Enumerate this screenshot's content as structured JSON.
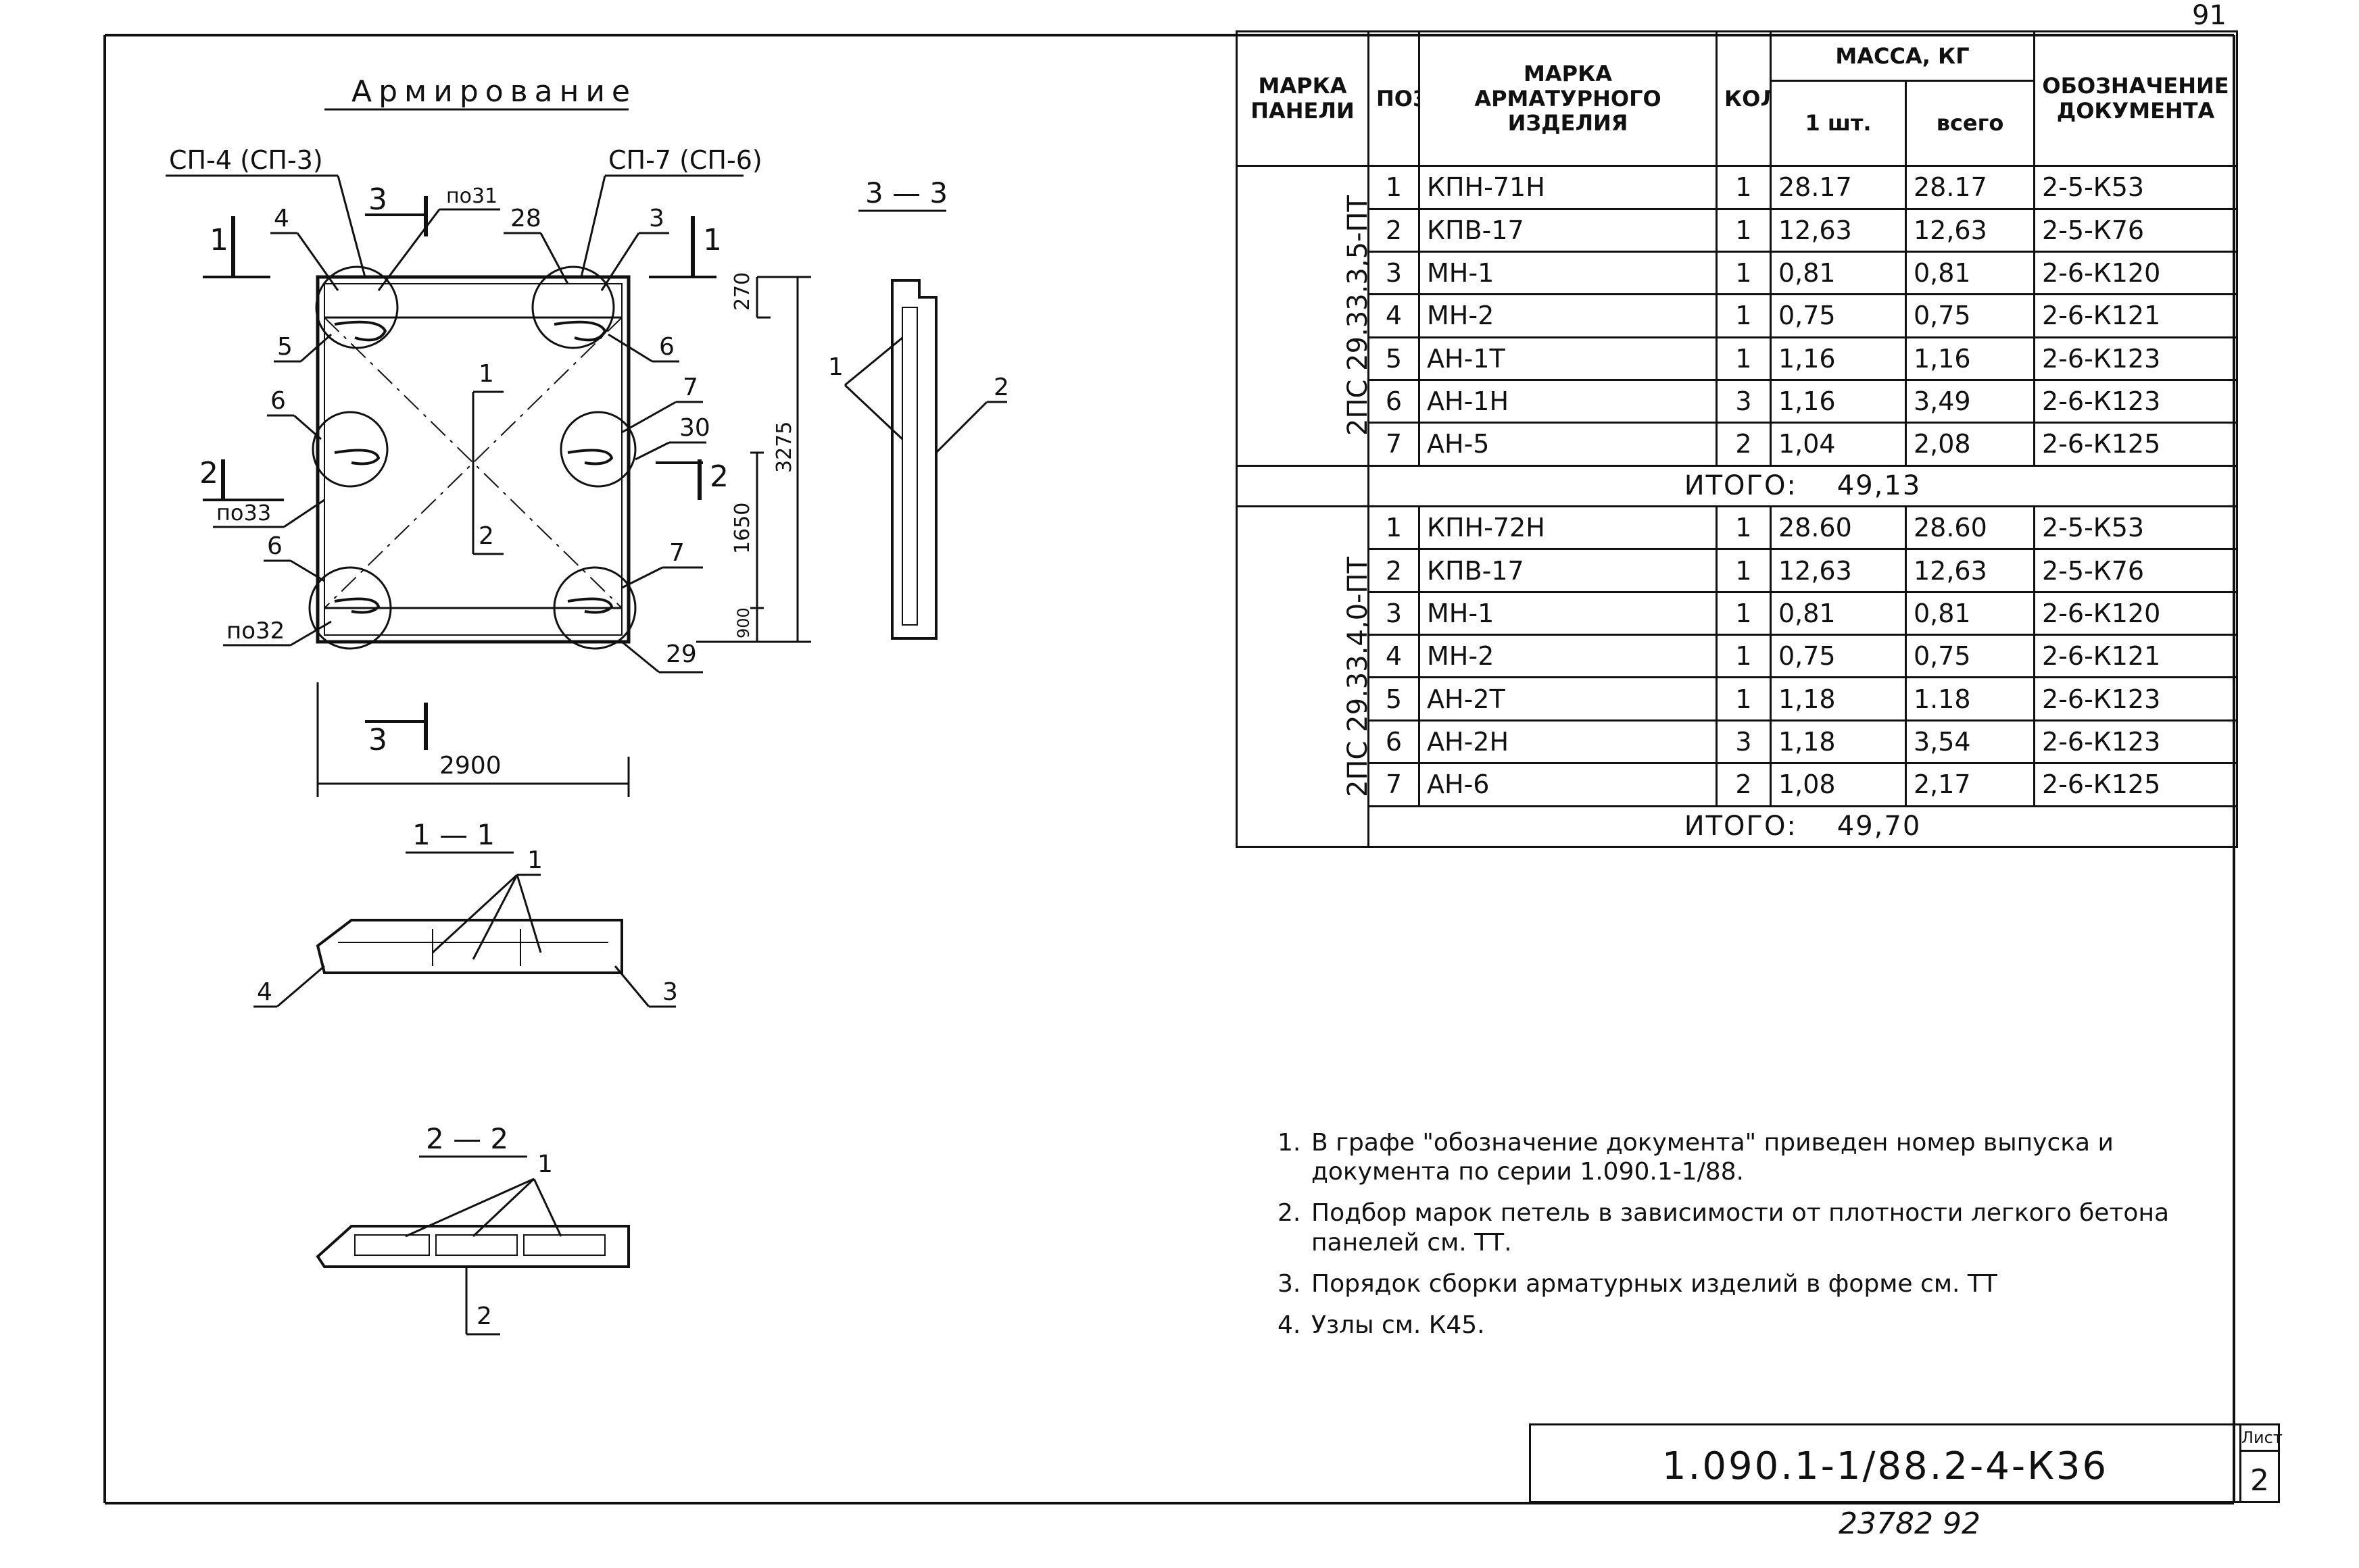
{
  "page_corner_number": "91",
  "reinforcement": {
    "title": "Армирование",
    "top_left_product": "СП-4 (СП-3)",
    "top_right_product": "СП-7 (СП-6)",
    "pos_labels": [
      "4",
      "по31",
      "28",
      "3",
      "5",
      "6",
      "7",
      "30",
      "6",
      "7",
      "по33",
      "по32",
      "29",
      "1",
      "2",
      "6"
    ],
    "dim_270": "270",
    "dim_3275": "3275",
    "dim_1650": "1650",
    "dim_900": "900",
    "dim_2900": "2900",
    "section_marks": [
      "1",
      "1",
      "2",
      "2",
      "3",
      "3"
    ]
  },
  "section_3_3": {
    "title": "3 — 3",
    "labels": [
      "1",
      "2"
    ]
  },
  "section_1_1": {
    "title": "1 — 1",
    "labels": [
      "1",
      "4",
      "3"
    ]
  },
  "section_2_2": {
    "title": "2 — 2",
    "labels": [
      "1",
      "2"
    ]
  },
  "table": {
    "headers": {
      "panel_mark": "МАРКА ПАНЕЛИ",
      "pos": "ПОЗ",
      "item_mark": "МАРКА АРМАТУРНОГО ИЗДЕЛИЯ",
      "qty": "КОЛ.",
      "mass": "МАССА, КГ",
      "mass_one": "1 шт.",
      "mass_total": "всего",
      "doc": "ОБОЗНАЧЕНИЕ ДОКУМЕНТА"
    },
    "groups": [
      {
        "panel": "2ПС 29.33.3,5-ПТ",
        "rows": [
          {
            "pos": "1",
            "mark": "КПН-71Н",
            "qty": "1",
            "one": "28.17",
            "all": "28.17",
            "doc": "2-5-К53"
          },
          {
            "pos": "2",
            "mark": "КПВ-17",
            "qty": "1",
            "one": "12,63",
            "all": "12,63",
            "doc": "2-5-К76"
          },
          {
            "pos": "3",
            "mark": "МН-1",
            "qty": "1",
            "one": "0,81",
            "all": "0,81",
            "doc": "2-6-К120"
          },
          {
            "pos": "4",
            "mark": "МН-2",
            "qty": "1",
            "one": "0,75",
            "all": "0,75",
            "doc": "2-6-К121"
          },
          {
            "pos": "5",
            "mark": "АН-1Т",
            "qty": "1",
            "one": "1,16",
            "all": "1,16",
            "doc": "2-6-К123"
          },
          {
            "pos": "6",
            "mark": "АН-1Н",
            "qty": "3",
            "one": "1,16",
            "all": "3,49",
            "doc": "2-6-К123"
          },
          {
            "pos": "7",
            "mark": "АН-5",
            "qty": "2",
            "one": "1,04",
            "all": "2,08",
            "doc": "2-6-К125"
          }
        ],
        "total_label": "ИТОГО:",
        "total_value": "49,13"
      },
      {
        "panel": "2ПС 29.33.4,0-ПТ",
        "rows": [
          {
            "pos": "1",
            "mark": "КПН-72Н",
            "qty": "1",
            "one": "28.60",
            "all": "28.60",
            "doc": "2-5-К53"
          },
          {
            "pos": "2",
            "mark": "КПВ-17",
            "qty": "1",
            "one": "12,63",
            "all": "12,63",
            "doc": "2-5-К76"
          },
          {
            "pos": "3",
            "mark": "МН-1",
            "qty": "1",
            "one": "0,81",
            "all": "0,81",
            "doc": "2-6-К120"
          },
          {
            "pos": "4",
            "mark": "МН-2",
            "qty": "1",
            "one": "0,75",
            "all": "0,75",
            "doc": "2-6-К121"
          },
          {
            "pos": "5",
            "mark": "АН-2Т",
            "qty": "1",
            "one": "1,18",
            "all": "1.18",
            "doc": "2-6-К123"
          },
          {
            "pos": "6",
            "mark": "АН-2Н",
            "qty": "3",
            "one": "1,18",
            "all": "3,54",
            "doc": "2-6-К123"
          },
          {
            "pos": "7",
            "mark": "АН-6",
            "qty": "2",
            "one": "1,08",
            "all": "2,17",
            "doc": "2-6-К125"
          }
        ],
        "total_label": "ИТОГО:",
        "total_value": "49,70"
      }
    ]
  },
  "notes": [
    {
      "num": "1.",
      "text": "В графе \"обозначение документа\" приведен номер выпуска и документа по серии 1.090.1-1/88."
    },
    {
      "num": "2.",
      "text": "Подбор марок петель в зависимости от плотности легкого бетона панелей см. ТТ."
    },
    {
      "num": "3.",
      "text": "Порядок сборки арматурных изделий в форме см. ТТ"
    },
    {
      "num": "4.",
      "text": "Узлы см. К45."
    }
  ],
  "stamp": {
    "code": "1.090.1-1/88.2-4-К36",
    "sheet_label": "Лист",
    "sheet_num": "2"
  },
  "handwritten_number": "23782 92"
}
